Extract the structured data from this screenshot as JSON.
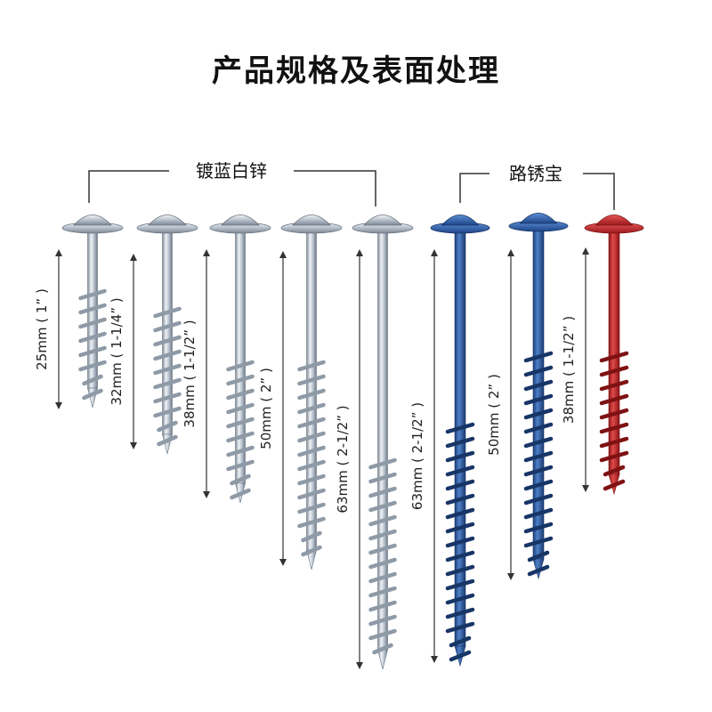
{
  "title": "产品规格及表面处理",
  "groups": [
    {
      "label": "镀蓝白锌"
    },
    {
      "label": "路锈宝"
    }
  ],
  "screws": [
    {
      "label": "25mm ( 1” )",
      "finish": "blue-white zinc",
      "color": "#b9c4cf"
    },
    {
      "label": "32mm ( 1-1/4” )",
      "finish": "blue-white zinc",
      "color": "#b9c4cf"
    },
    {
      "label": "38mm ( 1-1/2” )",
      "finish": "blue-white zinc",
      "color": "#b9c4cf"
    },
    {
      "label": "50mm ( 2” )",
      "finish": "blue-white zinc",
      "color": "#b9c4cf"
    },
    {
      "label": "63mm ( 2-1/2” )",
      "finish": "blue-white zinc",
      "color": "#b9c4cf"
    },
    {
      "label": "63mm ( 2-1/2” )",
      "finish": "blue coating",
      "color": "#2f5fa8"
    },
    {
      "label": "50mm ( 2” )",
      "finish": "blue coating",
      "color": "#2f5fa8"
    },
    {
      "label": "38mm ( 1-1/2” )",
      "finish": "red coating",
      "color": "#c4282b"
    }
  ]
}
